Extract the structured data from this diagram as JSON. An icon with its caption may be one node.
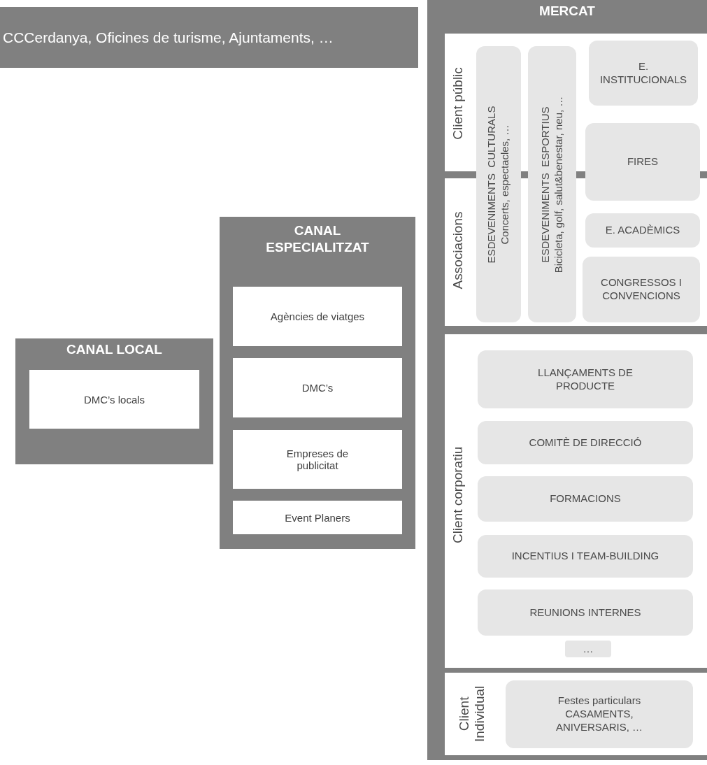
{
  "diagram": {
    "nodes": [
      {
        "text": [
          "CCCerdanya, Oficines de turisme, Ajuntaments,  …"
        ]
      },
      {
        "text": [
          "CANAL LOCAL"
        ]
      },
      {
        "text": [
          "DMC’s locals"
        ],
        "in": 1
      },
      {
        "text": [
          "CANAL ESPECIALITZAT"
        ]
      },
      {
        "text": [
          "Agències de viatges"
        ],
        "in": 3
      },
      {
        "text": [
          "DMC’s"
        ],
        "in": 3
      },
      {
        "text": [
          "Empreses de publicitat"
        ],
        "in": 3
      },
      {
        "text": [
          "Event Planers"
        ],
        "in": 3
      },
      {
        "text": [
          "MERCAT"
        ]
      },
      {
        "text": [
          "Client públic",
          "Associacions"
        ],
        "in": 8
      },
      {
        "text": [
          "ESDEVENIMENTS  CULTURALS",
          "Concerts, espectacles, …"
        ],
        "in": 9
      },
      {
        "text": [
          "ESDEVENIMENTS  ESPORTIUS",
          "Bicicleta, golf, salut&benestar, neu, …"
        ],
        "in": 9
      },
      {
        "text": [
          "E. INSTITUCIONALS"
        ],
        "in": 9
      },
      {
        "text": [
          "FIRES"
        ],
        "in": 9
      },
      {
        "text": [
          "E. ACADÈMICS"
        ],
        "in": 9
      },
      {
        "text": [
          "CONGRESSOS I CONVENCIONS"
        ],
        "in": 9
      },
      {
        "text": [
          "Client corporatiu"
        ],
        "in": 8
      },
      {
        "text": [
          "LLANÇAMENTS DE PRODUCTE"
        ],
        "in": 16
      },
      {
        "text": [
          "COMITÈ DE DIRECCIÓ"
        ],
        "in": 16
      },
      {
        "text": [
          "FORMACIONS"
        ],
        "in": 16
      },
      {
        "text": [
          "INCENTIUS I TEAM-BUILDING"
        ],
        "in": 16
      },
      {
        "text": [
          "REUNIONS INTERNES"
        ],
        "in": 16
      },
      {
        "text": [
          "…"
        ],
        "in": 16
      },
      {
        "text": [
          "Client Individual"
        ],
        "in": 8
      },
      {
        "text": [
          "Festes particulars CASAMENTS, ANIVERSARIS, …"
        ],
        "in": 23
      }
    ]
  }
}
